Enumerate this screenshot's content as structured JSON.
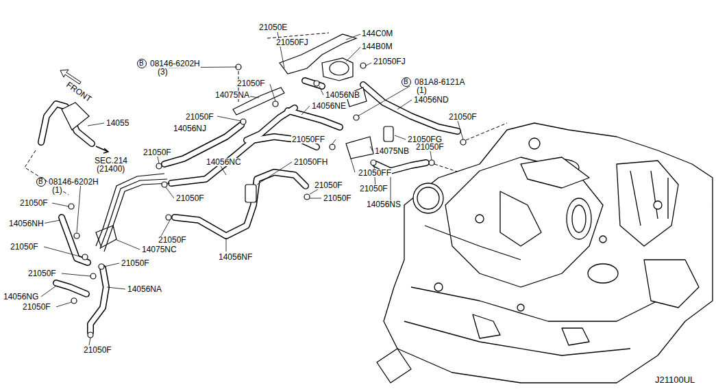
{
  "diagram": {
    "labels": [
      "21050E",
      "21050FJ",
      "144C0M",
      "144B0M",
      "21050FJ",
      "B",
      "08146-6202H",
      "(3)",
      "21050F",
      "14075NA",
      "14056NB",
      "B",
      "081A8-6121A",
      "(1)",
      "14056NE",
      "14056ND",
      "21050F",
      "14056NJ",
      "14055",
      "21050F",
      "21050FF",
      "21050FG",
      "21050F",
      "14075NB",
      "FRONT",
      "SEC.214",
      "(21400)",
      "21050F",
      "14056NC",
      "21050FH",
      "B",
      "08146-6202H",
      "(1)",
      "21050FF",
      "21050F",
      "21050F",
      "21050F",
      "21050F",
      "14056NS",
      "21050F",
      "14056NH",
      "21050F",
      "14056NF",
      "21050F",
      "14075NC",
      "21050F",
      "21050F",
      "14056NA",
      "14056NG",
      "21050F",
      "21050F",
      "J21100UL"
    ]
  }
}
